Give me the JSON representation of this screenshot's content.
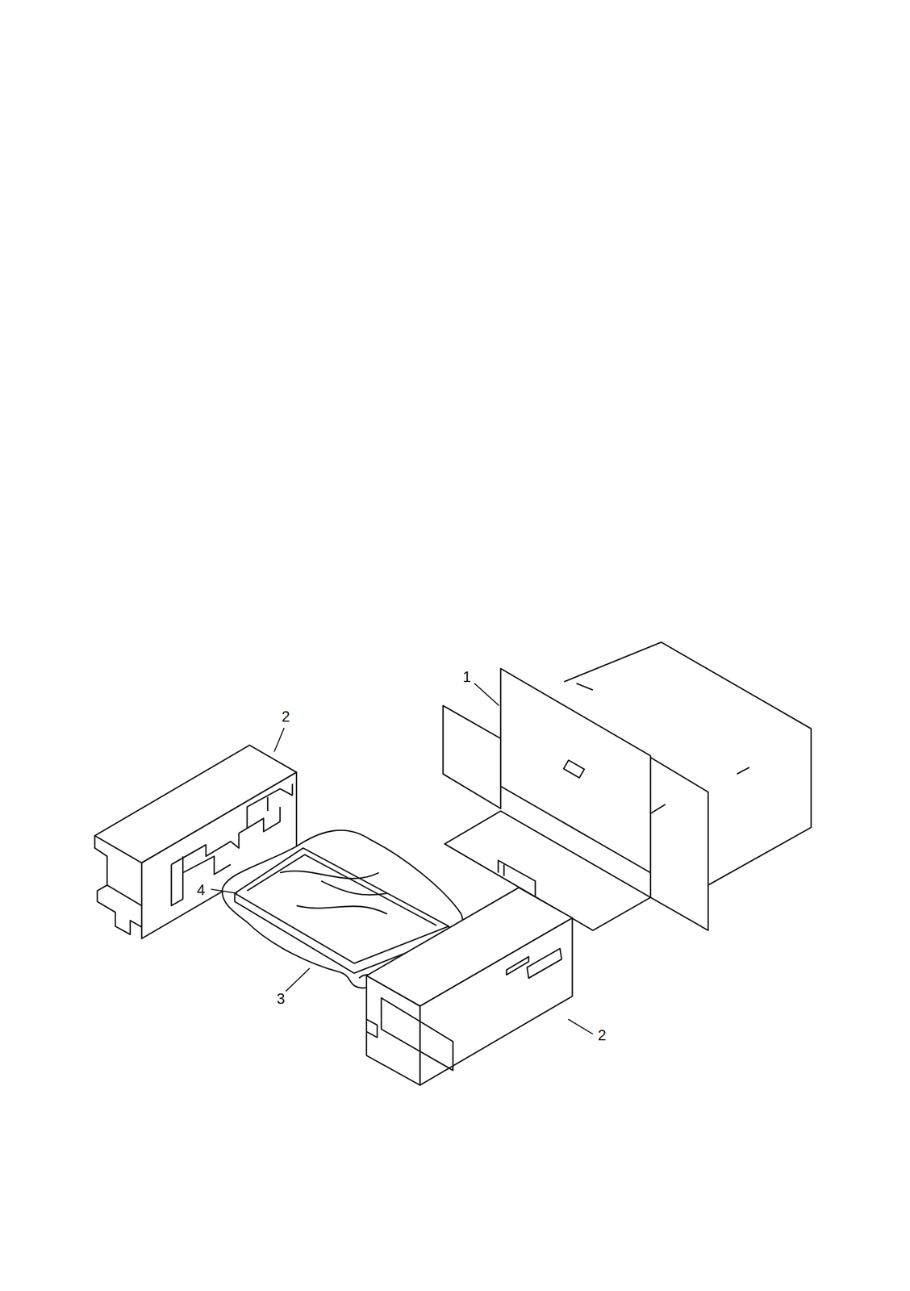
{
  "diagram": {
    "labels": [
      "1",
      "2",
      "4",
      "3",
      "2"
    ]
  }
}
